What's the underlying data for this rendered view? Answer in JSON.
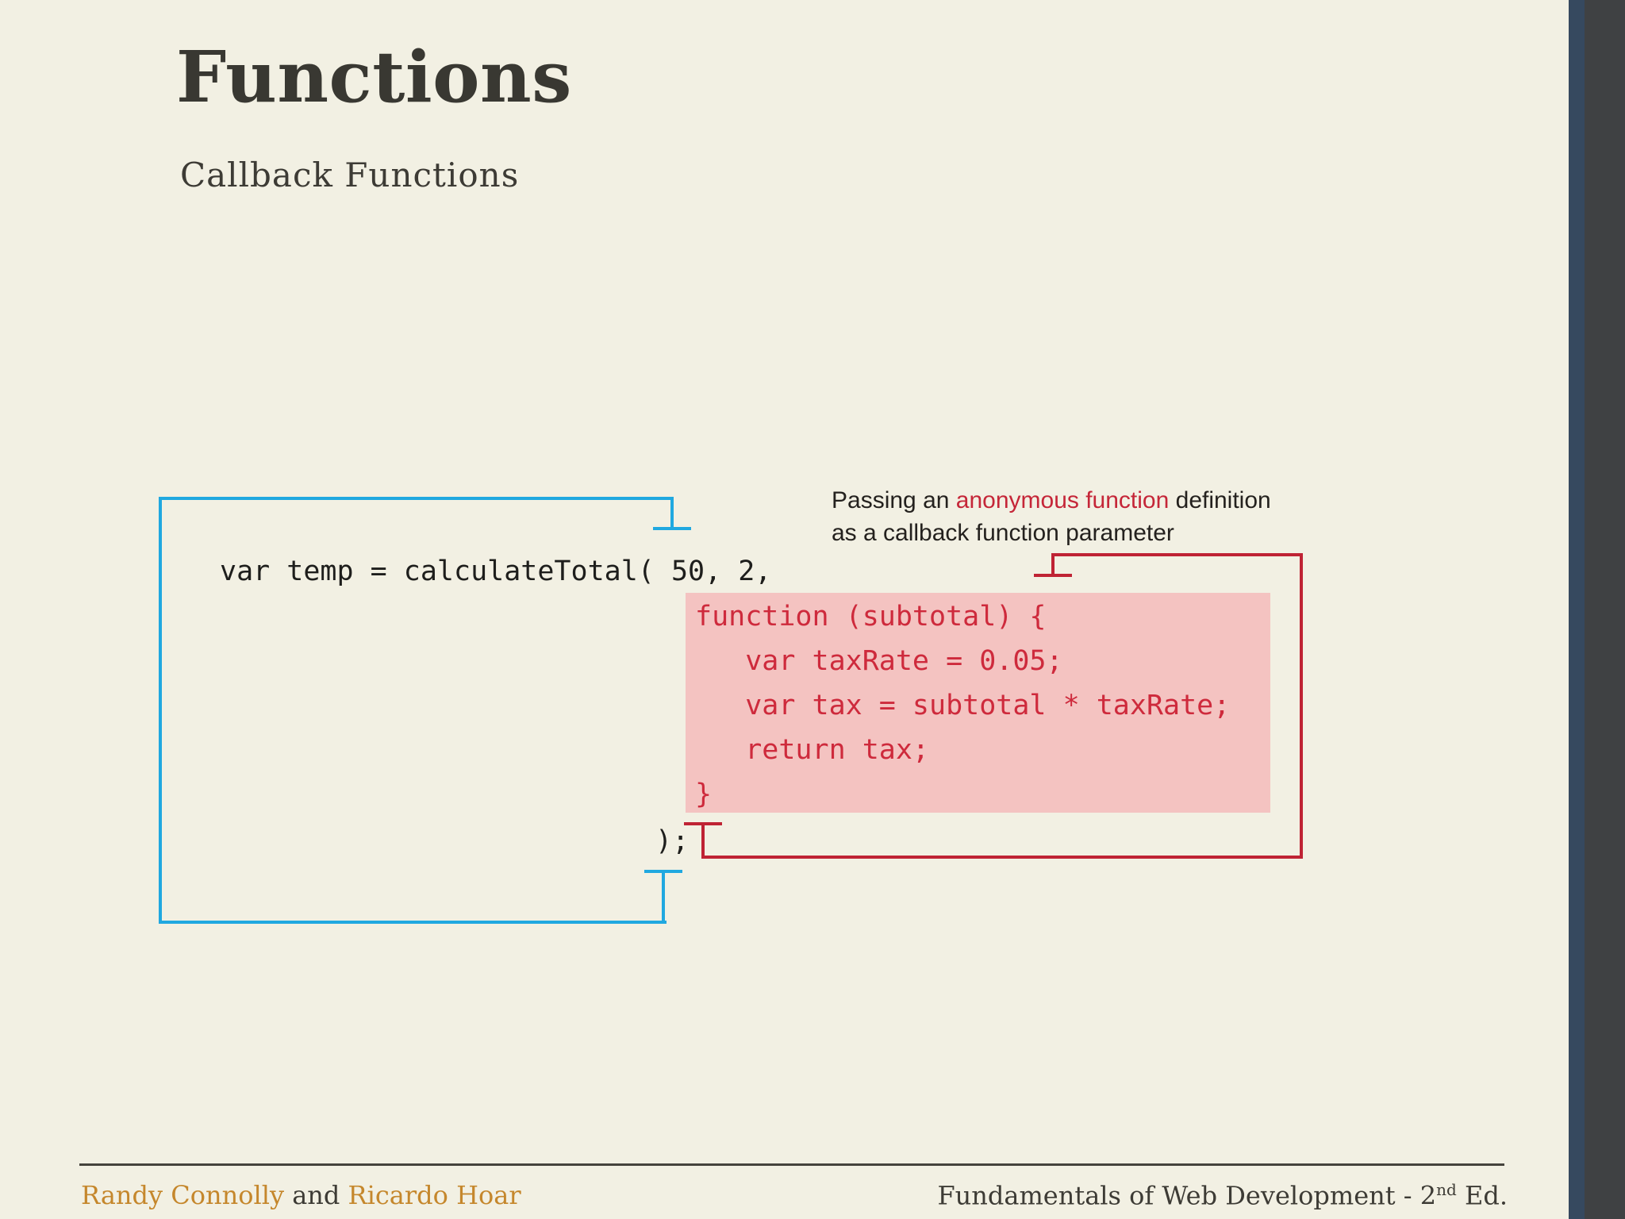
{
  "slide": {
    "title": "Functions",
    "subtitle": "Callback Functions"
  },
  "diagram": {
    "call_line": "var temp = calculateTotal( 50, 2,",
    "close_line": ");",
    "callback_box": {
      "lines": [
        "function (subtotal) {",
        "   var taxRate = 0.05;",
        "   var tax = subtotal * taxRate;",
        "   return tax;",
        "}"
      ]
    },
    "annotation": {
      "line1_prefix": "Passing an ",
      "line1_highlight": "anonymous function",
      "line1_suffix": " definition",
      "line2": "as a callback function parameter"
    }
  },
  "footer": {
    "author1": "Randy Connolly",
    "conjunction": " and ",
    "author2": "Ricardo Hoar",
    "book_prefix": "Fundamentals of Web Development - 2",
    "book_sup": "nd",
    "book_suffix": " Ed."
  },
  "colors": {
    "background": "#f2f0e3",
    "title_ink": "#393832",
    "code_ink": "#1e1e1c",
    "callout_blue": "#20a8e0",
    "bracket_red": "#bf2334",
    "code_red": "#ce2a3c",
    "highlight_pink": "#f4c3c1",
    "author_orange": "#c5872c",
    "edge_navy": "#36495f",
    "edge_charcoal": "#3f4143"
  }
}
